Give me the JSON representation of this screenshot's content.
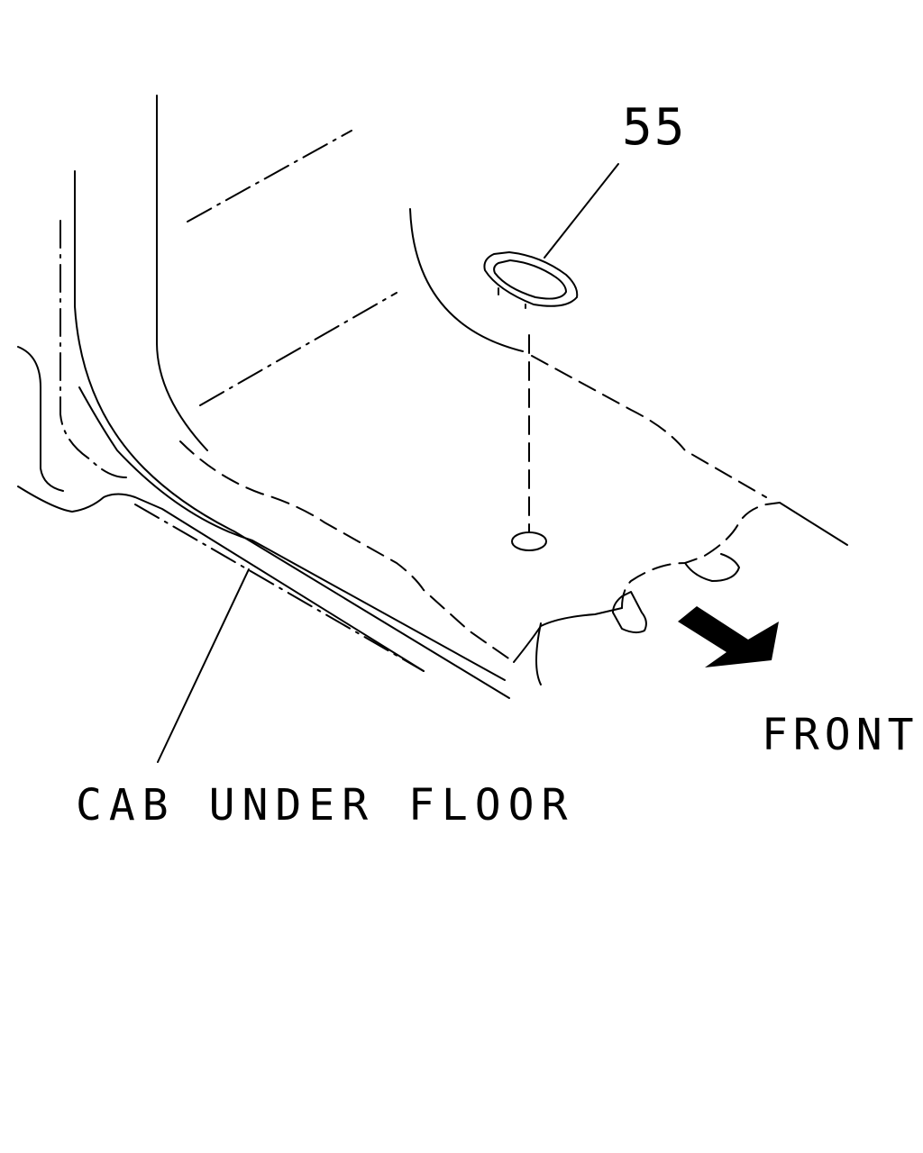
{
  "diagram": {
    "part_callout": "55",
    "component_label": "CAB UNDER FLOOR",
    "direction_label": "FRONT",
    "icons": [
      "plug-icon",
      "front-arrow-icon"
    ]
  }
}
